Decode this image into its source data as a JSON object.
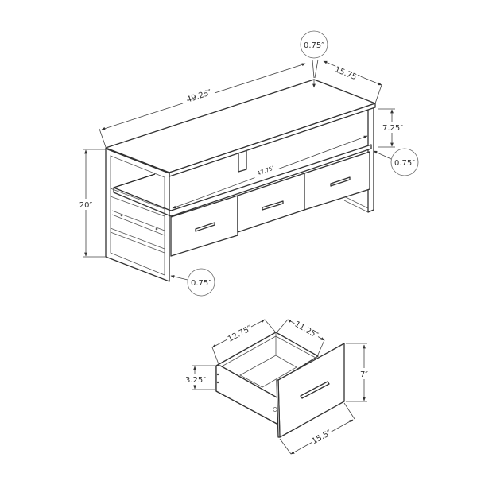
{
  "tv_stand": {
    "overall_width": "49.25″",
    "depth": "15.75″",
    "shelf_height": "7.25″",
    "overall_height": "20″",
    "inner_width": "47.75″",
    "top_thickness": "0.75″",
    "shelf_thickness": "0.75″",
    "leg_thickness": "0.75″"
  },
  "drawer": {
    "depth": "12.75″",
    "inner_width": "11.25″",
    "side_height": "3.25″",
    "front_height": "7″",
    "front_width": "15.5″"
  }
}
